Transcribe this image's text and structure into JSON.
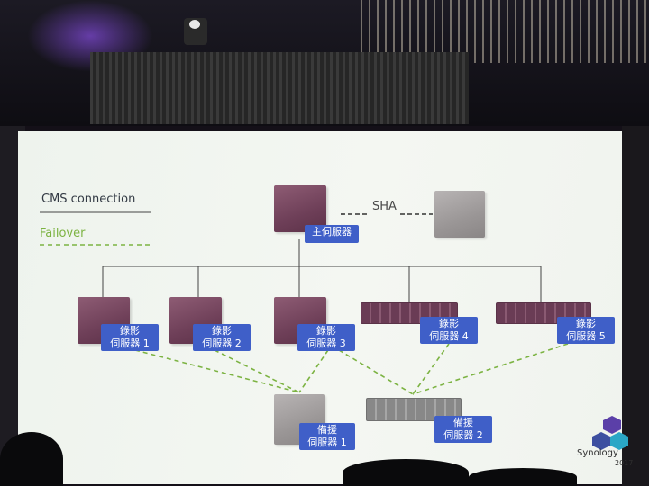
{
  "legend": {
    "cms_label": "CMS connection",
    "failover_label": "Failover"
  },
  "sha_label": "SHA",
  "main_server": {
    "label": "主伺服器"
  },
  "recording_servers": [
    {
      "line1": "錄影",
      "line2": "伺服器 1"
    },
    {
      "line1": "錄影",
      "line2": "伺服器 2"
    },
    {
      "line1": "錄影",
      "line2": "伺服器 3"
    },
    {
      "line1": "錄影",
      "line2": "伺服器 4"
    },
    {
      "line1": "錄影",
      "line2": "伺服器 5"
    }
  ],
  "backup_servers": [
    {
      "line1": "備援",
      "line2": "伺服器 1"
    },
    {
      "line1": "備援",
      "line2": "伺服器 2"
    }
  ],
  "branding": {
    "logo_text": "Synology",
    "year": "2017"
  },
  "colors": {
    "label_bg": "#3f5fc8",
    "failover_green": "#7cb342",
    "cms_line": "#444444",
    "device_purple": "#6e3f58",
    "device_gray": "#9a9696"
  }
}
